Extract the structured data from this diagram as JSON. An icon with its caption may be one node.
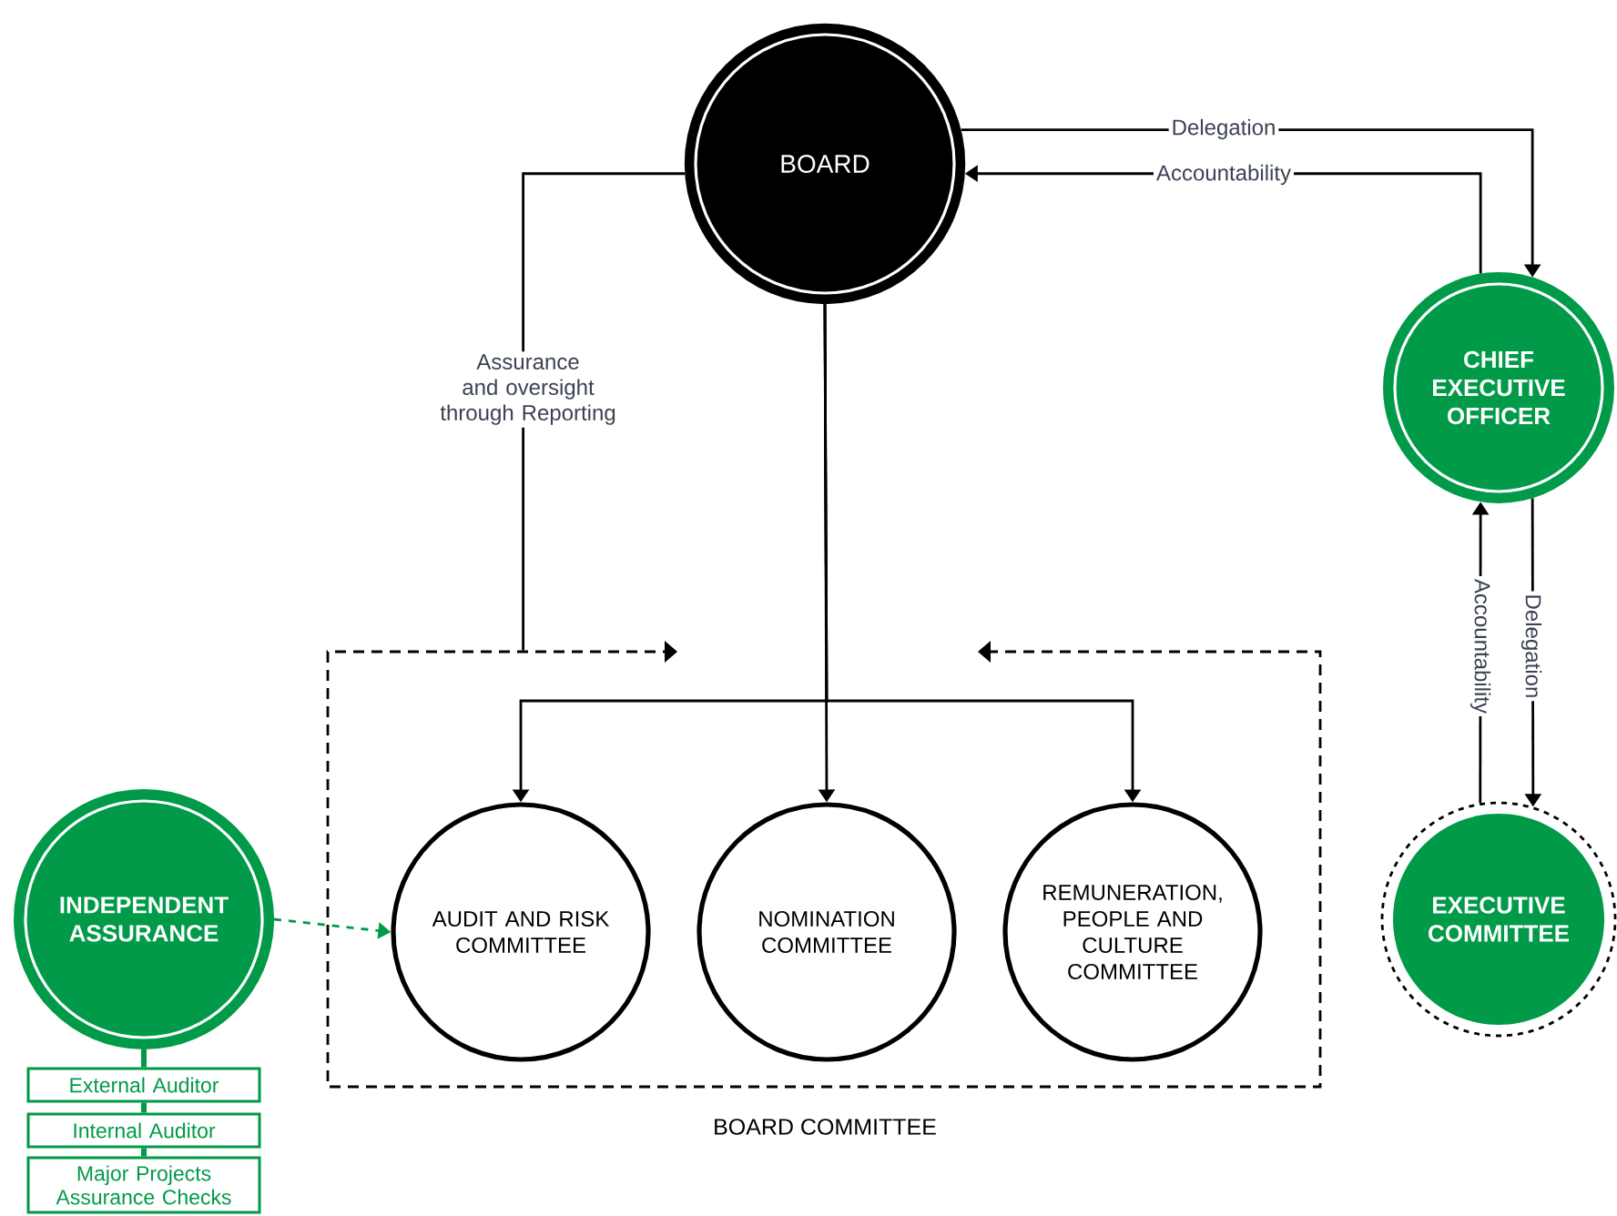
{
  "diagram": {
    "nodes": [
      {
        "text": [
          "BOARD"
        ]
      },
      {
        "text": [
          "CHIEF EXECUTIVE OFFICER"
        ]
      },
      {
        "text": [
          "BOARD COMMITTEE"
        ]
      },
      {
        "text": [
          "AUDIT AND RISK COMMITTEE"
        ],
        "in": 2
      },
      {
        "text": [
          "NOMINATION COMMITTEE"
        ],
        "in": 2
      },
      {
        "text": [
          "REMUNERATION, PEOPLE AND CULTURE COMMITTEE"
        ],
        "in": 2
      },
      {
        "text": [
          "INDEPENDENT ASSURANCE"
        ]
      },
      {
        "text": [
          "External Auditor"
        ]
      },
      {
        "text": [
          "Internal Auditor"
        ]
      },
      {
        "text": [
          "Major Projects Assurance Checks"
        ]
      },
      {
        "text": [
          "EXECUTIVE COMMITTEE"
        ]
      }
    ],
    "edges": [
      {
        "from": 0,
        "to": 1,
        "arrow": "to",
        "label": "Delegation"
      },
      {
        "from": 1,
        "to": 0,
        "arrow": "to",
        "label": "Accountability"
      },
      {
        "from": 1,
        "to": 10,
        "arrow": "to",
        "label": "Delegation"
      },
      {
        "from": 10,
        "to": 1,
        "arrow": "to",
        "label": "Accountability"
      },
      {
        "from": 0,
        "to": 3,
        "arrow": "to"
      },
      {
        "from": 0,
        "to": 4,
        "arrow": "to"
      },
      {
        "from": 0,
        "to": 5,
        "arrow": "to"
      },
      {
        "from": 0,
        "to": 2,
        "arrow": "none",
        "label": "Assurance and oversight through Reporting"
      },
      {
        "from": 6,
        "to": 3,
        "arrow": "to",
        "style": "dashed",
        "color": "#009a49"
      },
      {
        "from": 6,
        "to": 7,
        "arrow": "none",
        "style": "thick",
        "color": "#009a49"
      },
      {
        "from": 7,
        "to": 8,
        "arrow": "none",
        "style": "thick",
        "color": "#009a49"
      },
      {
        "from": 8,
        "to": 9,
        "arrow": "none",
        "style": "thick",
        "color": "#009a49"
      }
    ]
  }
}
